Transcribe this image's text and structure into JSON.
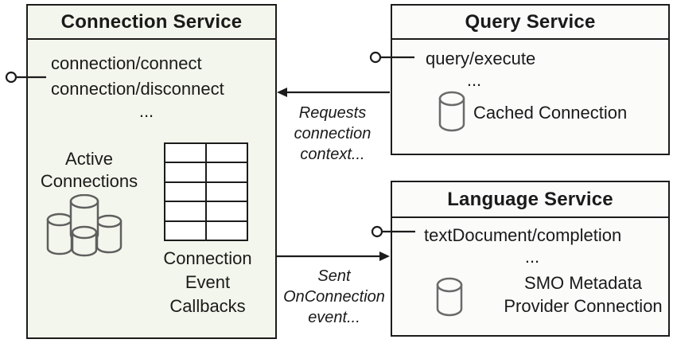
{
  "colors": {
    "connection_service_fill": "#f3f6ec",
    "service_fill": "#fbfbfa",
    "line_border": "#1c1c1c",
    "icon_stroke": "#5f5f5f"
  },
  "connection_service": {
    "title": "Connection Service",
    "methods": [
      "connection/connect",
      "connection/disconnect",
      "..."
    ],
    "active_connections": [
      "Active",
      "Connections"
    ],
    "callbacks": [
      "Connection",
      "Event",
      "Callbacks"
    ]
  },
  "query_service": {
    "title": "Query Service",
    "methods": [
      "query/execute",
      "..."
    ],
    "cached_connection": "Cached Connection"
  },
  "language_service": {
    "title": "Language Service",
    "methods": [
      "textDocument/completion",
      "..."
    ],
    "smo": [
      "SMO Metadata",
      "Provider Connection"
    ]
  },
  "arrows": {
    "requests": [
      "Requests",
      "connection",
      "context..."
    ],
    "sent": [
      "Sent",
      "OnConnection",
      "event..."
    ]
  }
}
